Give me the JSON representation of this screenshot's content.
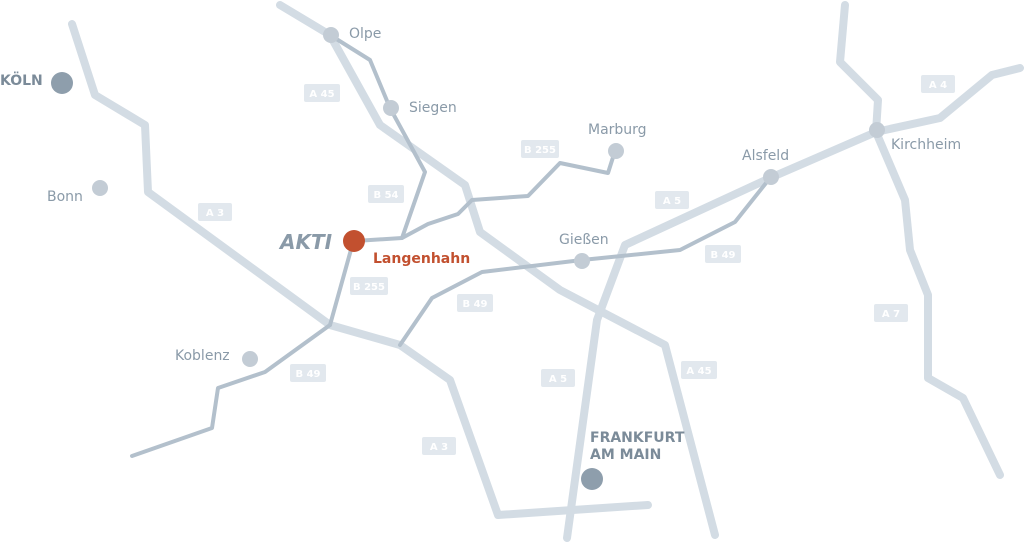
{
  "map": {
    "cities": {
      "koeln": "KÖLN",
      "bonn": "Bonn",
      "olpe": "Olpe",
      "siegen": "Siegen",
      "marburg": "Marburg",
      "alsfeld": "Alsfeld",
      "kirchheim": "Kirchheim",
      "giessen": "Gießen",
      "koblenz": "Koblenz",
      "frankfurt_line1": "FRANKFURT",
      "frankfurt_line2": "AM MAIN"
    },
    "hq": {
      "name": "Langenhahn",
      "logo": "AKTI"
    },
    "roads": {
      "a45_north": "A 45",
      "b255_north": "B 255",
      "b54": "B 54",
      "a3_west": "A 3",
      "b255_south": "B 255",
      "b49_middle": "B 49",
      "b49_west": "B 49",
      "a5_north": "A 5",
      "b49_east": "B 49",
      "a4": "A 4",
      "a7": "A 7",
      "a5_south": "A 5",
      "a45_south": "A 45",
      "a3_south": "A 3"
    },
    "colors": {
      "highway": "#d3dce4",
      "bundesstrasse": "#b3c0cc",
      "city_dot": "#c3ccd5",
      "major_city_dot": "#8e9eac",
      "hq_dot": "#c2502f",
      "label": "#8a9aa8"
    }
  }
}
